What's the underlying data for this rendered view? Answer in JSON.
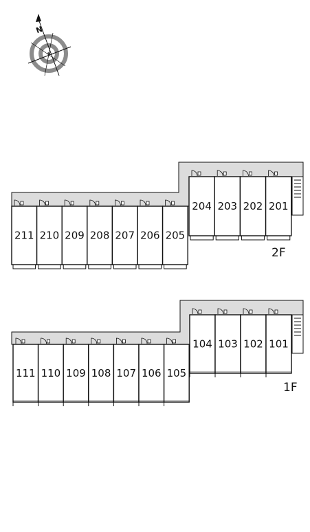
{
  "compass": {
    "north_label": "N",
    "icon": "compass-rose-icon"
  },
  "floors": [
    {
      "id": "2f",
      "label": "2F",
      "units": [
        "211",
        "210",
        "209",
        "208",
        "207",
        "206",
        "205",
        "204",
        "203",
        "202",
        "201"
      ]
    },
    {
      "id": "1f",
      "label": "1F",
      "units": [
        "111",
        "110",
        "109",
        "108",
        "107",
        "106",
        "105",
        "104",
        "103",
        "102",
        "101"
      ]
    }
  ],
  "colors": {
    "walkway": "#dcdcdc",
    "outline": "#111111",
    "compass_ring": "#8c8c8c",
    "background": "#ffffff"
  }
}
